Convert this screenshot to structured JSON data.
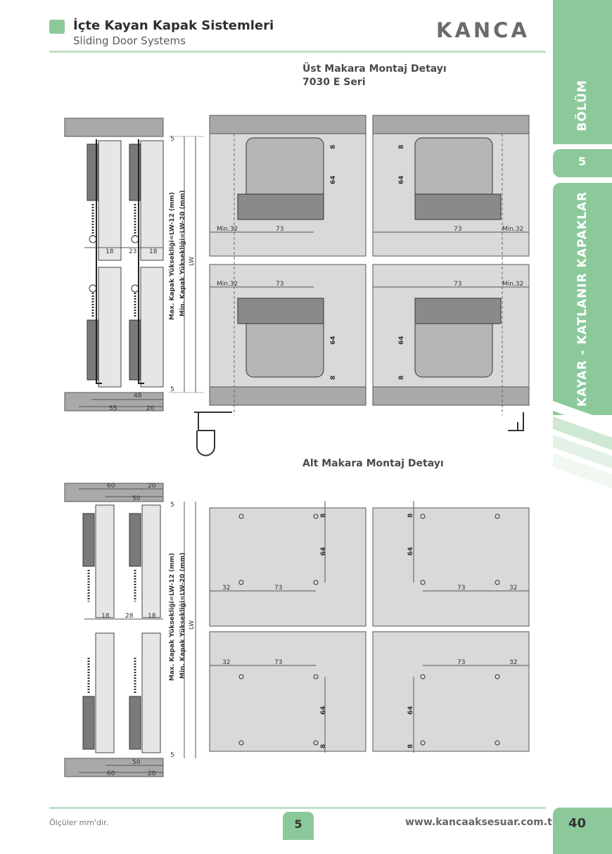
{
  "header": {
    "title_tr": "İçte Kayan Kapak Sistemleri",
    "title_en": "Sliding Door Systems",
    "brand": "KANCA"
  },
  "sections": {
    "upper_title": "Üst Makara Montaj Detayı",
    "upper_subtitle": "7030 E Seri",
    "lower_title": "Alt Makara Montaj Detayı"
  },
  "sidebar": {
    "section_label": "BÖLÜM",
    "section_number": "5",
    "category": "KAYAR - KATLANIR KAPAKLAR"
  },
  "dims": {
    "d5": "5",
    "d8": "8",
    "d18": "18",
    "d20": "20",
    "d23": "23",
    "d28": "28",
    "d32": "32",
    "d48": "48",
    "d50": "50",
    "d55": "55",
    "d60": "60",
    "d64": "64",
    "d73": "73",
    "min32": "Min.32",
    "lw": "LW",
    "max_height": "Max. Kapak Yüksekliği=LW-12 (mm)",
    "min_height": "Min. Kapak Yüksekliği=LW-20 (mm)"
  },
  "footer": {
    "note": "Ölçüler mm'dir.",
    "tab_number": "5",
    "url": "www.kancaaksesuar.com.tr",
    "page_number": "40"
  },
  "colors": {
    "accent_green": "#8cc99a",
    "light_green_line": "#bfe0c6",
    "panel_gray": "#d9d9d9",
    "rail_gray": "#a9a9a9"
  }
}
